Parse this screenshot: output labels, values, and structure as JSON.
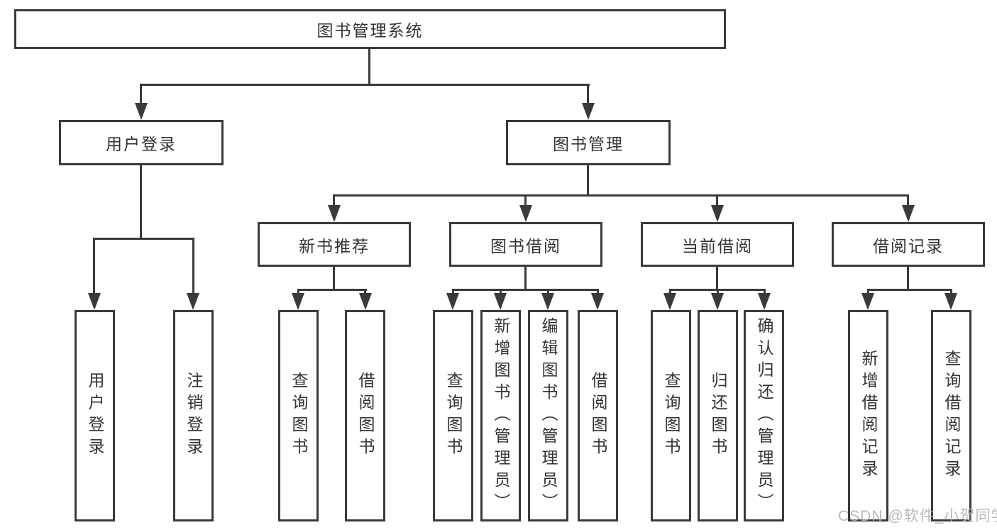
{
  "diagram": {
    "root": {
      "label": "图书管理系统"
    },
    "level1": [
      {
        "label": "用户登录"
      },
      {
        "label": "图书管理"
      }
    ],
    "level2": [
      {
        "label": "新书推荐"
      },
      {
        "label": "图书借阅"
      },
      {
        "label": "当前借阅"
      },
      {
        "label": "借阅记录"
      }
    ],
    "leaves": [
      {
        "label": "用户登录",
        "parent": "用户登录"
      },
      {
        "label": "注销登录",
        "parent": "用户登录"
      },
      {
        "label": "查询图书",
        "parent": "新书推荐"
      },
      {
        "label": "借阅图书",
        "parent": "新书推荐"
      },
      {
        "label": "查询图书",
        "parent": "图书借阅"
      },
      {
        "label": "新增图书（管理员）",
        "parent": "图书借阅"
      },
      {
        "label": "编辑图书（管理员）",
        "parent": "图书借阅"
      },
      {
        "label": "借阅图书",
        "parent": "图书借阅"
      },
      {
        "label": "查询图书",
        "parent": "当前借阅"
      },
      {
        "label": "归还图书",
        "parent": "当前借阅"
      },
      {
        "label": "确认归还（管理员）",
        "parent": "当前借阅"
      },
      {
        "label": "新增借阅记录",
        "parent": "借阅记录"
      },
      {
        "label": "查询借阅记录",
        "parent": "借阅记录"
      }
    ],
    "colors": {
      "line": "#3a3a3a",
      "text": "#333333",
      "background": "#ffffff",
      "watermark": "#b3b3b3"
    }
  },
  "watermark": {
    "text": "CSDN @软件_小贺同学"
  }
}
